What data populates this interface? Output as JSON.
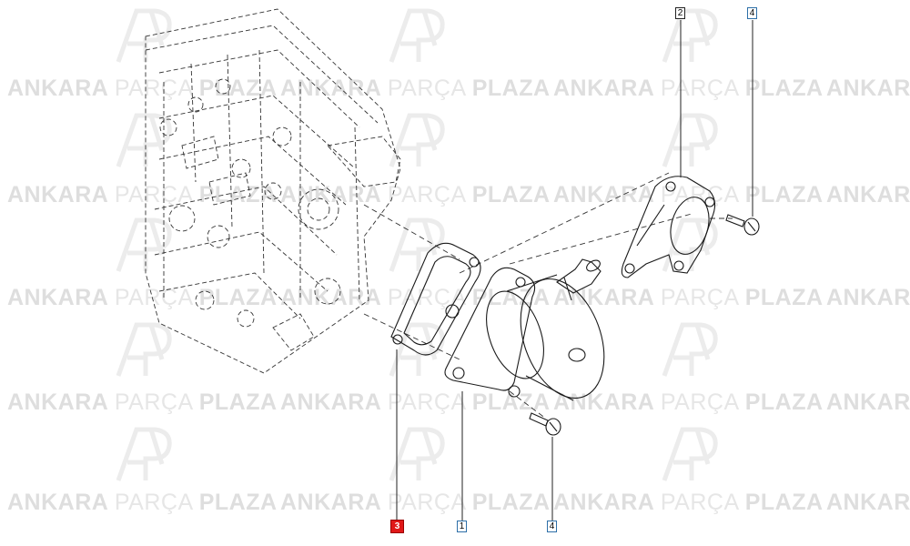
{
  "watermark": {
    "part1": "ANKARA",
    "part2": "PARÇA",
    "part3": "PLAZA",
    "logo": "ap-logo"
  },
  "callouts": [
    {
      "id": "c2",
      "label": "2",
      "style": "plain"
    },
    {
      "id": "c4-top",
      "label": "4",
      "style": "blue"
    },
    {
      "id": "c3",
      "label": "3",
      "style": "selected"
    },
    {
      "id": "c1",
      "label": "1",
      "style": "blue"
    },
    {
      "id": "c4-bottom",
      "label": "4",
      "style": "blue"
    }
  ],
  "colors": {
    "line": "#1a1a1a",
    "dashed": "#333333",
    "watermark": "#dedede",
    "logo": "#ececec",
    "selected": "#e01818",
    "callout_border": "#2d6fa8"
  }
}
